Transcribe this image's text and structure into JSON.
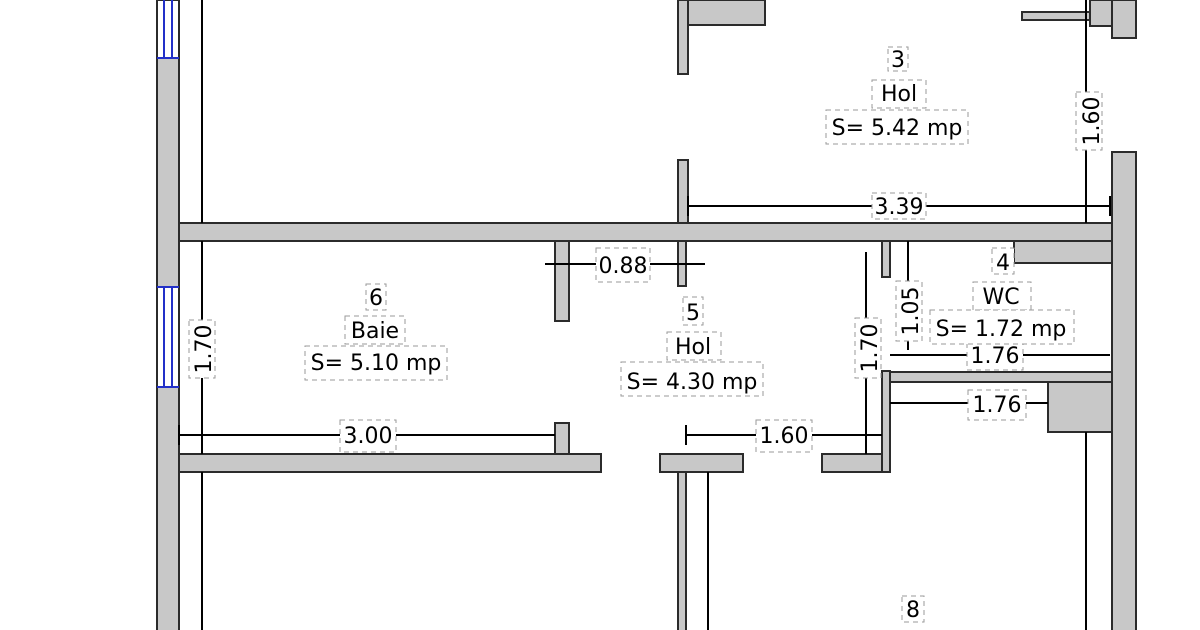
{
  "rooms": [
    {
      "number": "3",
      "name": "Hol",
      "area": "S= 5.42 mp"
    },
    {
      "number": "6",
      "name": "Baie",
      "area": "S= 5.10 mp"
    },
    {
      "number": "5",
      "name": "Hol",
      "area": "S= 4.30 mp"
    },
    {
      "number": "4",
      "name": "WC",
      "area": "S= 1.72 mp"
    },
    {
      "number": "8"
    }
  ],
  "dimensions": {
    "hol3_height": "1.60",
    "hol3_width": "3.39",
    "door_gap": "0.88",
    "baie_height": "1.70",
    "baie_width": "3.00",
    "hol5_width": "1.60",
    "hol5_height": "1.70",
    "wc_height": "1.05",
    "wc_width_top": "1.76",
    "wc_width_bottom": "1.76"
  },
  "colors": {
    "wall_fill": "#c8c8c8",
    "wall_stroke": "#2b2b2b",
    "window": "#2330c8"
  }
}
